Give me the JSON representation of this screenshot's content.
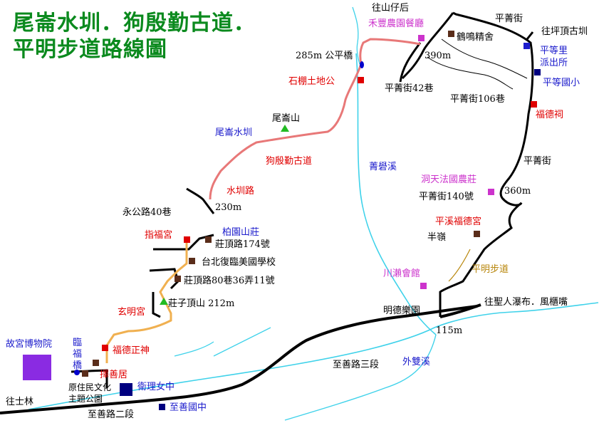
{
  "title": {
    "line1": "尾崙水圳．狗殷勤古道．",
    "line2": "平明步道路線圖"
  },
  "colors": {
    "title": "#0b8a1e",
    "road": "#000000",
    "trail_pink": "#e87878",
    "trail_orange": "#f0b050",
    "trail_brown": "#b8860b",
    "stream": "#3fd2ea",
    "path_thin": "#000000",
    "red": "#e00000",
    "purple": "#cc33cc",
    "navy": "#000080",
    "brown": "#5a2d1a",
    "label_blue": "#1c1ccc",
    "label_red": "#e00000",
    "label_purple": "#cc33cc",
    "label_brown": "#b8860b",
    "museum": "#8a2be2"
  },
  "labels": {
    "wangshanzaihou": "往山仔后",
    "heyfeng": "禾豐農園餐廳",
    "pingjing_st_top": "平菁街",
    "to_pingdingguli": "往坪頂古圳",
    "hemingjing": "鶴鳴精舍",
    "gongping_bridge": "285m 公平橋",
    "elev_390": "390m",
    "pingdeng_police_1": "平等里",
    "pingdeng_police_2": "派出所",
    "pingdeng_school": "平等國小",
    "shipeng_temple": "石棚土地公",
    "pingjing_42": "平菁街42巷",
    "pingjing_106": "平菁街106巷",
    "fude_temple": "福德祠",
    "weilunshan": "尾崙山",
    "weilun_canal": "尾崙水圳",
    "goyinqin_trail": "狗殷勤古道",
    "pingjing_st_mid": "平菁街",
    "jingquan_creek": "菁礐溪",
    "dongtian_farm": "洞天法國農莊",
    "canal_road": "水圳路",
    "pingjing_140": "平菁街140號",
    "elev_360": "360m",
    "yonggong_40": "永公路40巷",
    "elev_230": "230m",
    "pingxi_temple": "平溪福德宮",
    "banling": "半嶺",
    "zhifu_temple": "指福宮",
    "baiyuan_farm": "柏園山莊",
    "zhuangding_174": "莊頂路174號",
    "pingming_trail": "平明步道",
    "taipei_american_school": "台北復臨美國學校",
    "chuanlai_hall": "川瀨會館",
    "zhuangding_80": "莊頂路80巷36弄11號",
    "zhuangziding": "莊子頂山 212m",
    "to_waterfall": "往聖人瀑布．風櫃嘴",
    "xuanming_temple": "玄明宮",
    "mingde_park": "明德樂園",
    "elev_115": "115m",
    "palace_museum": "故宮博物院",
    "linfu_bridge": "臨福橋",
    "fude_zhengshen": "福德正神",
    "zheshan_ju": "擇善居",
    "zhishan_3": "至善路三段",
    "waishuang_creek": "外雙溪",
    "aboriginal_park_1": "原住民文化",
    "aboriginal_park_2": "主題公園",
    "weili_school": "衛理女中",
    "to_shilin": "往士林",
    "zhishan_2": "至善路二段",
    "zhishan_school": "至善國中"
  }
}
